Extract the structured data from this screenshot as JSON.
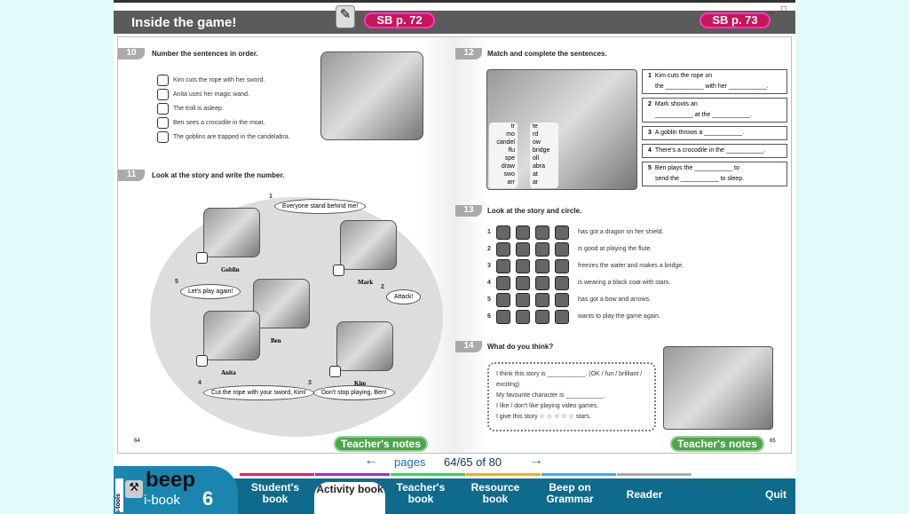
{
  "header": {
    "title": "Inside the game!",
    "sb_left": "SB p. 72",
    "sb_right": "SB p. 73",
    "note_icon": "notepad-icon",
    "minimize": "_",
    "maximize": "□"
  },
  "ex10": {
    "num": "10",
    "instruction": "Number the sentences in order.",
    "items": [
      "Kim cuts the rope with her sword.",
      "Anita uses her magic wand.",
      "The troll is asleep.",
      "Ben sees a crocodile in the moat.",
      "The goblins are trapped in the candelabra."
    ]
  },
  "ex11": {
    "num": "11",
    "instruction": "Look at the story and write the number.",
    "characters": [
      "Goblin",
      "Mark",
      "Ben",
      "Anita",
      "Kim"
    ],
    "bubbles": [
      {
        "n": "1",
        "text": "Everyone stand behind me!"
      },
      {
        "n": "2",
        "text": "Attack!"
      },
      {
        "n": "3",
        "text": "Don't stop playing, Ben!"
      },
      {
        "n": "4",
        "text": "Cut the rope with your sword, Kim!"
      },
      {
        "n": "5",
        "text": "Let's play again!"
      }
    ]
  },
  "ex12": {
    "num": "12",
    "instruction": "Match and complete the sentences.",
    "left_words": [
      "tr",
      "mo",
      "candel",
      "flu",
      "spe",
      "draw",
      "swo",
      "arr"
    ],
    "right_words": [
      "te",
      "rd",
      "ow",
      "bridge",
      "oll",
      "abra",
      "at",
      "ar"
    ],
    "sentences": [
      {
        "n": "1",
        "l1": "Kim cuts the rope on",
        "l2": "the ___________ with her ___________."
      },
      {
        "n": "2",
        "l1": "Mark shoots an",
        "l2": "___________ at the ___________."
      },
      {
        "n": "3",
        "l1": "A goblin throws a ___________."
      },
      {
        "n": "4",
        "l1": "There's a crocodile in the ___________."
      },
      {
        "n": "5",
        "l1": "Ben plays the ___________ to",
        "l2": "send the ___________ to sleep."
      }
    ]
  },
  "ex13": {
    "num": "13",
    "instruction": "Look at the story and circle.",
    "rows": [
      {
        "n": "1",
        "text": "has got a dragon on her shield."
      },
      {
        "n": "2",
        "text": "is good at playing the flute."
      },
      {
        "n": "3",
        "text": "freezes the water and makes a bridge."
      },
      {
        "n": "4",
        "text": "is wearing a black coat with stars."
      },
      {
        "n": "5",
        "text": "has got a bow and arrows."
      },
      {
        "n": "6",
        "text": "wants to play the game again."
      }
    ]
  },
  "ex14": {
    "num": "14",
    "instruction": "What do you think?",
    "lines": [
      "I think this story is ___________. (OK / fun / brilliant / exciting)",
      "My favourite character is ___________.",
      "I like / don't like playing video games.",
      "I give this story ☆ ☆ ☆ ☆ ☆ stars."
    ]
  },
  "page_left": "64",
  "page_right": "65",
  "teachers_notes": "Teacher's notes",
  "pager": {
    "prev": "←",
    "label": "pages",
    "value": "64/65 of 80",
    "next": "→"
  },
  "bar_colors": [
    "#f0197a",
    "#b51ee0",
    "#22dd55",
    "#ffaa11",
    "#33aaff",
    "#aaaaaa"
  ],
  "logo": {
    "tools": "i-tools",
    "brand": "beep",
    "sub": "i-book",
    "level": "6"
  },
  "nav": [
    "Student's book",
    "Activity book",
    "Teacher's book",
    "Resource book",
    "Beep on Grammar",
    "Reader"
  ],
  "quit": "Quit"
}
